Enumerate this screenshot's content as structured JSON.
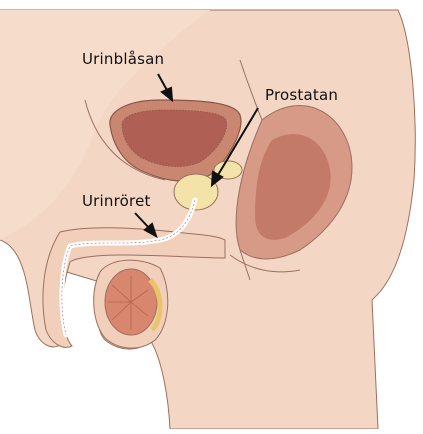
{
  "labels": {
    "bladder": "Urinblåsan",
    "prostate": "Prostatan",
    "urethra": "Urinröret"
  },
  "colors": {
    "skin": "#f4d6c4",
    "skin_shadow": "#e8bfa9",
    "outline": "#9a7060",
    "bladder_wall": "#c98670",
    "bladder_inner": "#b05f55",
    "prostate": "#f3e3a8",
    "rectum": "#c98a78",
    "testis": "#d8866e",
    "arrow": "#111111"
  }
}
